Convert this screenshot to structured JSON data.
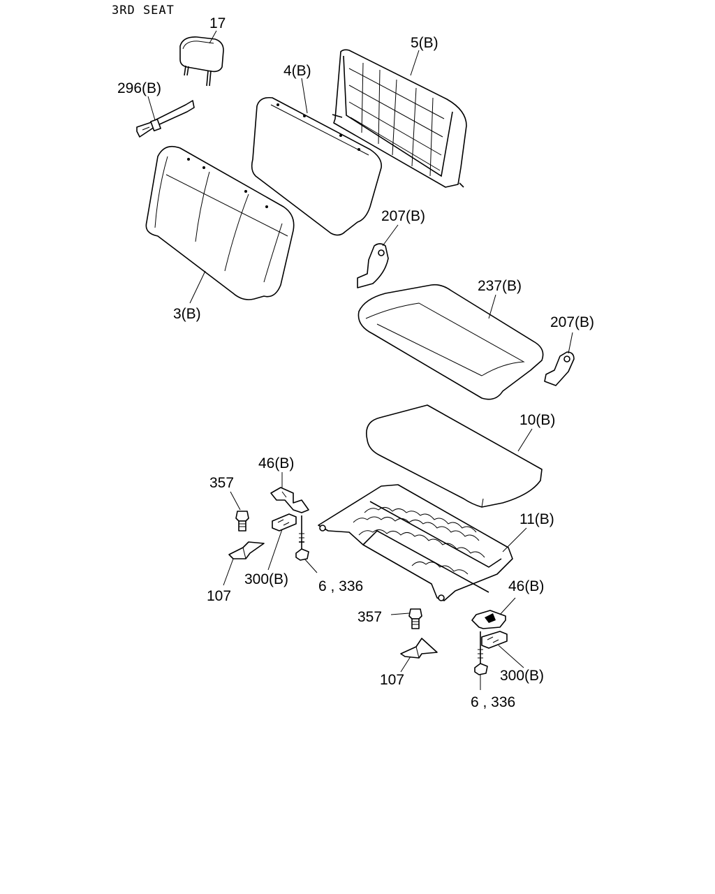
{
  "title": "3RD SEAT",
  "callouts": {
    "headrest": "17",
    "back_frame": "5(B)",
    "back_pad": "4(B)",
    "strap": "296(B)",
    "back_cover": "3(B)",
    "hinge_left": "207(B)",
    "cushion_cover": "237(B)",
    "hinge_right": "207(B)",
    "cushion_pad": "10(B)",
    "cushion_frame": "11(B)",
    "latch_left": "46(B)",
    "bolt_left": "357",
    "striker_left": "107",
    "bumper_left": "300(B)",
    "screw_left": "6 , 336",
    "latch_right": "46(B)",
    "bolt_right": "357",
    "striker_right": "107",
    "bumper_right": "300(B)",
    "screw_right": "6 , 336"
  }
}
